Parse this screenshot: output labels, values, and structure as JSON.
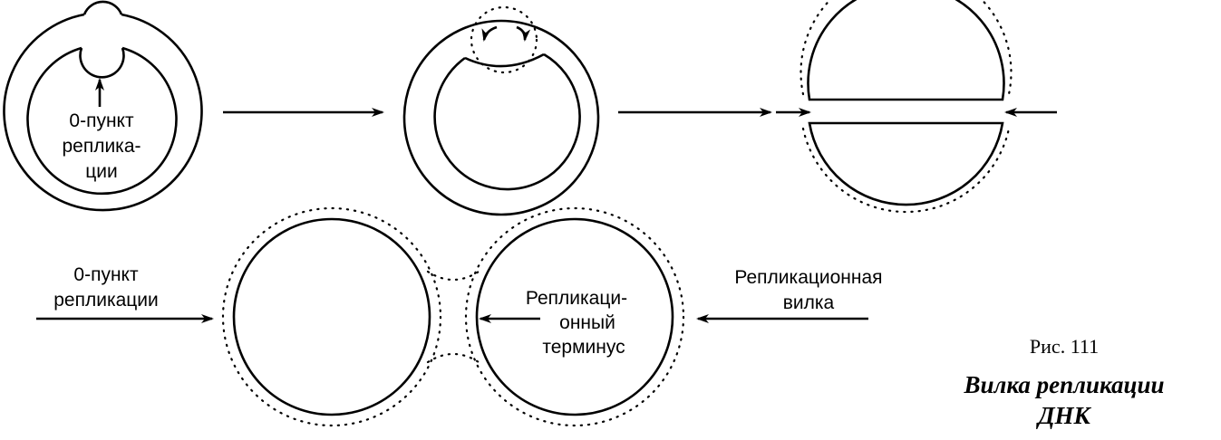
{
  "labels": {
    "origin_top": [
      "0-пункт",
      "реплика-",
      "ции"
    ],
    "origin_bottom": [
      "0-пункт",
      "репликации"
    ],
    "terminus": [
      "Репликаци-",
      "онный",
      "терминус"
    ],
    "fork": [
      "Репликационная",
      "вилка"
    ]
  },
  "caption": {
    "number": "Рис. 111",
    "title": [
      "Вилка репликации",
      "ДНК"
    ]
  }
}
